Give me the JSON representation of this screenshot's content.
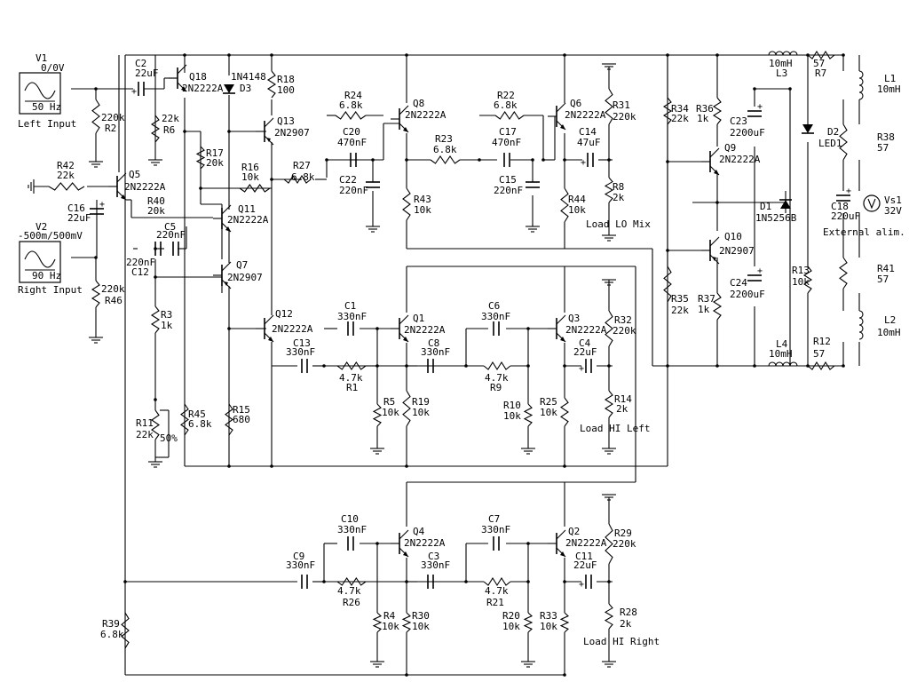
{
  "sources": [
    {
      "ref": "V1",
      "value": "0/0V",
      "freq": "50 Hz",
      "caption": "Left Input"
    },
    {
      "ref": "V2",
      "value": "-500m/500mV",
      "freq": "90 Hz",
      "caption": "Right Input"
    }
  ],
  "supply": {
    "ref": "Vs1",
    "value": "32V",
    "caption": "External alim."
  },
  "loads": {
    "lo_mix": "Load LO Mix",
    "hi_left": "Load HI Left",
    "hi_right": "Load HI Right"
  },
  "parts": {
    "R2": {
      "ref": "R2",
      "value": "220k"
    },
    "R46": {
      "ref": "R46",
      "value": "220k"
    },
    "R42": {
      "ref": "R42",
      "value": "22k"
    },
    "R40": {
      "ref": "R40",
      "value": "20k"
    },
    "R6": {
      "ref": "R6",
      "value": "22k"
    },
    "R17": {
      "ref": "R17",
      "value": "20k"
    },
    "R16": {
      "ref": "R16",
      "value": "10k"
    },
    "R18": {
      "ref": "R18",
      "value": "100"
    },
    "R27": {
      "ref": "R27",
      "value": "6.8k"
    },
    "R24": {
      "ref": "R24",
      "value": "6.8k"
    },
    "R23": {
      "ref": "R23",
      "value": "6.8k"
    },
    "R22": {
      "ref": "R22",
      "value": "6.8k"
    },
    "R43": {
      "ref": "R43",
      "value": "10k"
    },
    "R44": {
      "ref": "R44",
      "value": "10k"
    },
    "R31": {
      "ref": "R31",
      "value": "220k"
    },
    "R8": {
      "ref": "R8",
      "value": "2k"
    },
    "R3": {
      "ref": "R3",
      "value": "1k"
    },
    "R11": {
      "ref": "R11",
      "value": "22k",
      "extra": "50%"
    },
    "R45": {
      "ref": "R45",
      "value": "6.8k"
    },
    "R15": {
      "ref": "R15",
      "value": "680"
    },
    "R1": {
      "ref": "R1",
      "value": "4.7k"
    },
    "R5": {
      "ref": "R5",
      "value": "10k"
    },
    "R19": {
      "ref": "R19",
      "value": "10k"
    },
    "R9": {
      "ref": "R9",
      "value": "4.7k"
    },
    "R10": {
      "ref": "R10",
      "value": "10k"
    },
    "R25": {
      "ref": "R25",
      "value": "10k"
    },
    "R32": {
      "ref": "R32",
      "value": "220k"
    },
    "R14": {
      "ref": "R14",
      "value": "2k"
    },
    "R26": {
      "ref": "R26",
      "value": "4.7k"
    },
    "R4": {
      "ref": "R4",
      "value": "10k"
    },
    "R30": {
      "ref": "R30",
      "value": "10k"
    },
    "R21": {
      "ref": "R21",
      "value": "4.7k"
    },
    "R20": {
      "ref": "R20",
      "value": "10k"
    },
    "R33": {
      "ref": "R33",
      "value": "10k"
    },
    "R29": {
      "ref": "R29",
      "value": "220k"
    },
    "R28": {
      "ref": "R28",
      "value": "2k"
    },
    "R39": {
      "ref": "R39",
      "value": "6.8k"
    },
    "R34": {
      "ref": "R34",
      "value": "22k"
    },
    "R36": {
      "ref": "R36",
      "value": "1k"
    },
    "R35": {
      "ref": "R35",
      "value": "22k"
    },
    "R37": {
      "ref": "R37",
      "value": "1k"
    },
    "R13": {
      "ref": "R13",
      "value": "10k"
    },
    "R7": {
      "ref": "R7",
      "value": "57"
    },
    "R12": {
      "ref": "R12",
      "value": "57"
    },
    "R38": {
      "ref": "R38",
      "value": "57"
    },
    "R41": {
      "ref": "R41",
      "value": "57"
    },
    "C2": {
      "ref": "C2",
      "value": "22uF"
    },
    "C16": {
      "ref": "C16",
      "value": "22uF"
    },
    "C5": {
      "ref": "C5",
      "value": "220nF"
    },
    "C12": {
      "ref": "C12",
      "value": "220nF"
    },
    "C20": {
      "ref": "C20",
      "value": "470nF"
    },
    "C22": {
      "ref": "C22",
      "value": "220nF"
    },
    "C17": {
      "ref": "C17",
      "value": "470nF"
    },
    "C15": {
      "ref": "C15",
      "value": "220nF"
    },
    "C14": {
      "ref": "C14",
      "value": "47uF"
    },
    "C1": {
      "ref": "C1",
      "value": "330nF"
    },
    "C13": {
      "ref": "C13",
      "value": "330nF"
    },
    "C8": {
      "ref": "C8",
      "value": "330nF"
    },
    "C6": {
      "ref": "C6",
      "value": "330nF"
    },
    "C4": {
      "ref": "C4",
      "value": "22uF"
    },
    "C10": {
      "ref": "C10",
      "value": "330nF"
    },
    "C9": {
      "ref": "C9",
      "value": "330nF"
    },
    "C3": {
      "ref": "C3",
      "value": "330nF"
    },
    "C7": {
      "ref": "C7",
      "value": "330nF"
    },
    "C11": {
      "ref": "C11",
      "value": "22uF"
    },
    "C23": {
      "ref": "C23",
      "value": "2200uF"
    },
    "C24": {
      "ref": "C24",
      "value": "2200uF"
    },
    "C18": {
      "ref": "C18",
      "value": "220uF"
    },
    "L1": {
      "ref": "L1",
      "value": "10mH"
    },
    "L2": {
      "ref": "L2",
      "value": "10mH"
    },
    "L3": {
      "ref": "L3",
      "value": "10mH"
    },
    "L4": {
      "ref": "L4",
      "value": "10mH"
    },
    "D1": {
      "ref": "D1",
      "value": "1N5256B"
    },
    "D2": {
      "ref": "D2",
      "value": "LED1"
    },
    "D3": {
      "ref": "D3",
      "value": "1N4148"
    },
    "Q1": {
      "ref": "Q1",
      "value": "2N2222A"
    },
    "Q2": {
      "ref": "Q2",
      "value": "2N2222A"
    },
    "Q3": {
      "ref": "Q3",
      "value": "2N2222A"
    },
    "Q4": {
      "ref": "Q4",
      "value": "2N2222A"
    },
    "Q5": {
      "ref": "Q5",
      "value": "2N2222A"
    },
    "Q6": {
      "ref": "Q6",
      "value": "2N2222A"
    },
    "Q7": {
      "ref": "Q7",
      "value": "2N2907"
    },
    "Q8": {
      "ref": "Q8",
      "value": "2N2222A"
    },
    "Q9": {
      "ref": "Q9",
      "value": "2N2222A"
    },
    "Q10": {
      "ref": "Q10",
      "value": "2N2907"
    },
    "Q11": {
      "ref": "Q11",
      "value": "2N2222A"
    },
    "Q12": {
      "ref": "Q12",
      "value": "2N2222A"
    },
    "Q13": {
      "ref": "Q13",
      "value": "2N2907"
    },
    "Q18": {
      "ref": "Q18",
      "value": "2N2222A"
    }
  }
}
